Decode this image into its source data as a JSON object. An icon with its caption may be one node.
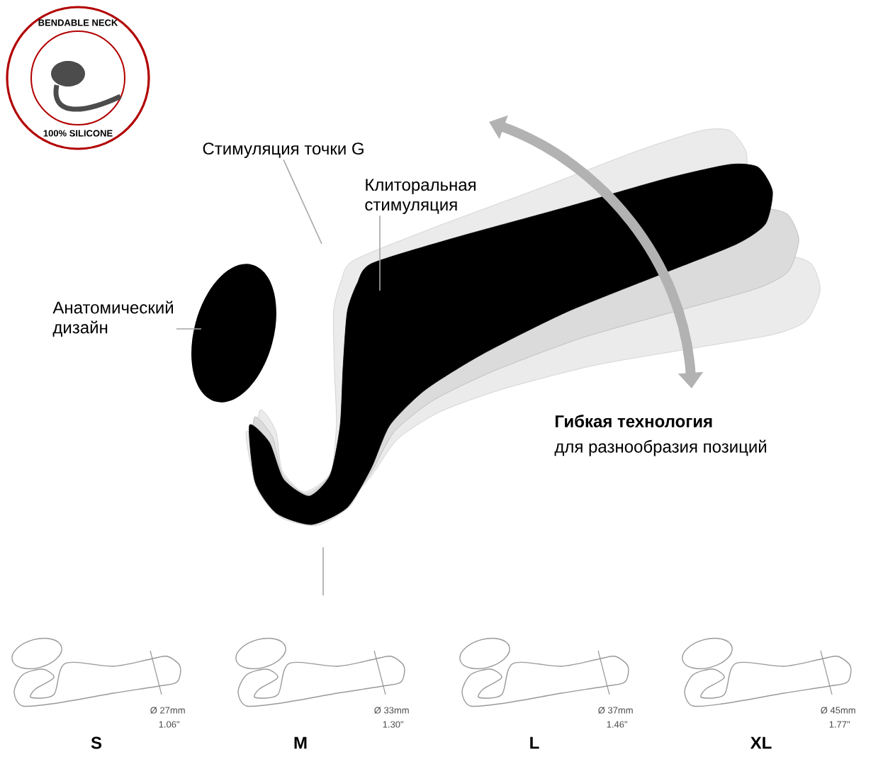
{
  "diagram": {
    "nodes": [
      {
        "text": [
          "BENDABLE NECK",
          "100% SILICONE"
        ]
      },
      {
        "text": [
          "Стимуляция точки G"
        ]
      },
      {
        "text": [
          "Клиторальная стимуляция"
        ]
      },
      {
        "text": [
          "Анатомический дизайн"
        ]
      }
    ],
    "edges": [
      {
        "from": 1,
        "to": null,
        "arrow": "none"
      },
      {
        "from": 2,
        "to": null,
        "arrow": "none"
      },
      {
        "from": 3,
        "to": null,
        "arrow": "none"
      }
    ],
    "labels": [
      "Гибкая технология",
      "для разнообразия позиций",
      "Ø 27mm",
      "1.06\"",
      "S",
      "Ø 33mm",
      "1.30\"",
      "M",
      "Ø 37mm",
      "1.46\"",
      "L",
      "Ø 45mm",
      "1.77\"",
      "XL"
    ]
  }
}
